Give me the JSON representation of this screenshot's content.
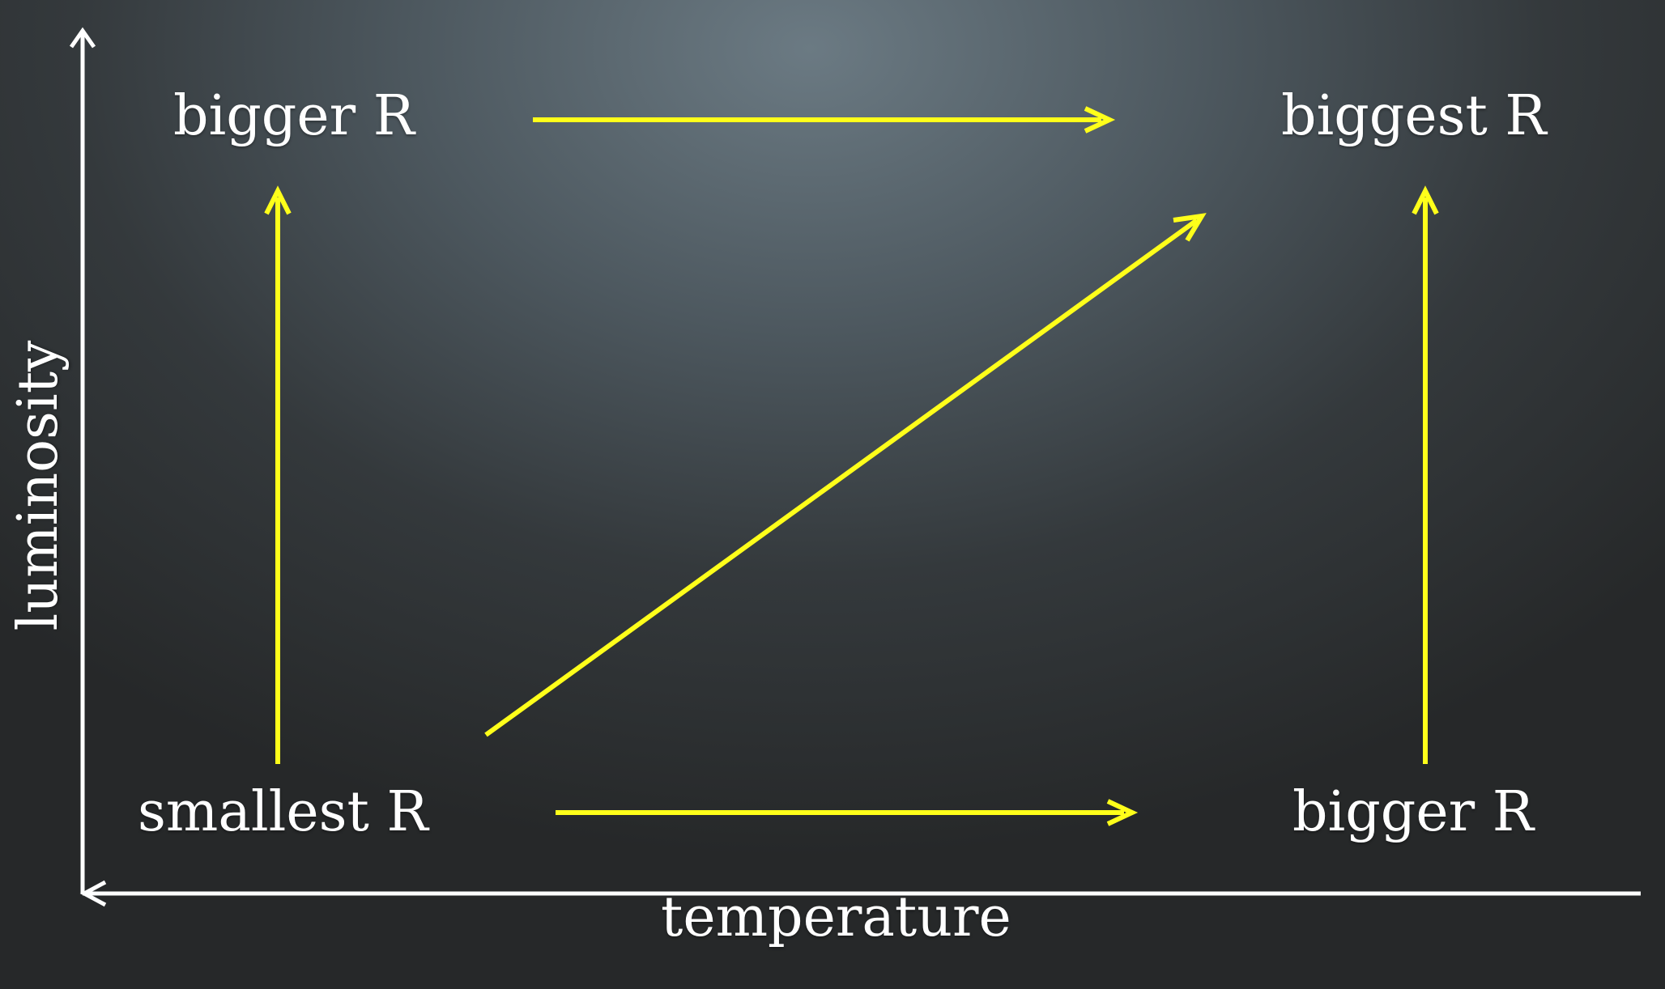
{
  "labels": {
    "top_left": "bigger R",
    "top_right": "biggest R",
    "bottom_left": "smallest R",
    "bottom_right": "bigger R"
  },
  "axes": {
    "x_label": "temperature",
    "y_label": "luminosity"
  },
  "colors": {
    "arrow": "#ffff1a",
    "axis": "#ffffff",
    "text": "#ffffff"
  }
}
